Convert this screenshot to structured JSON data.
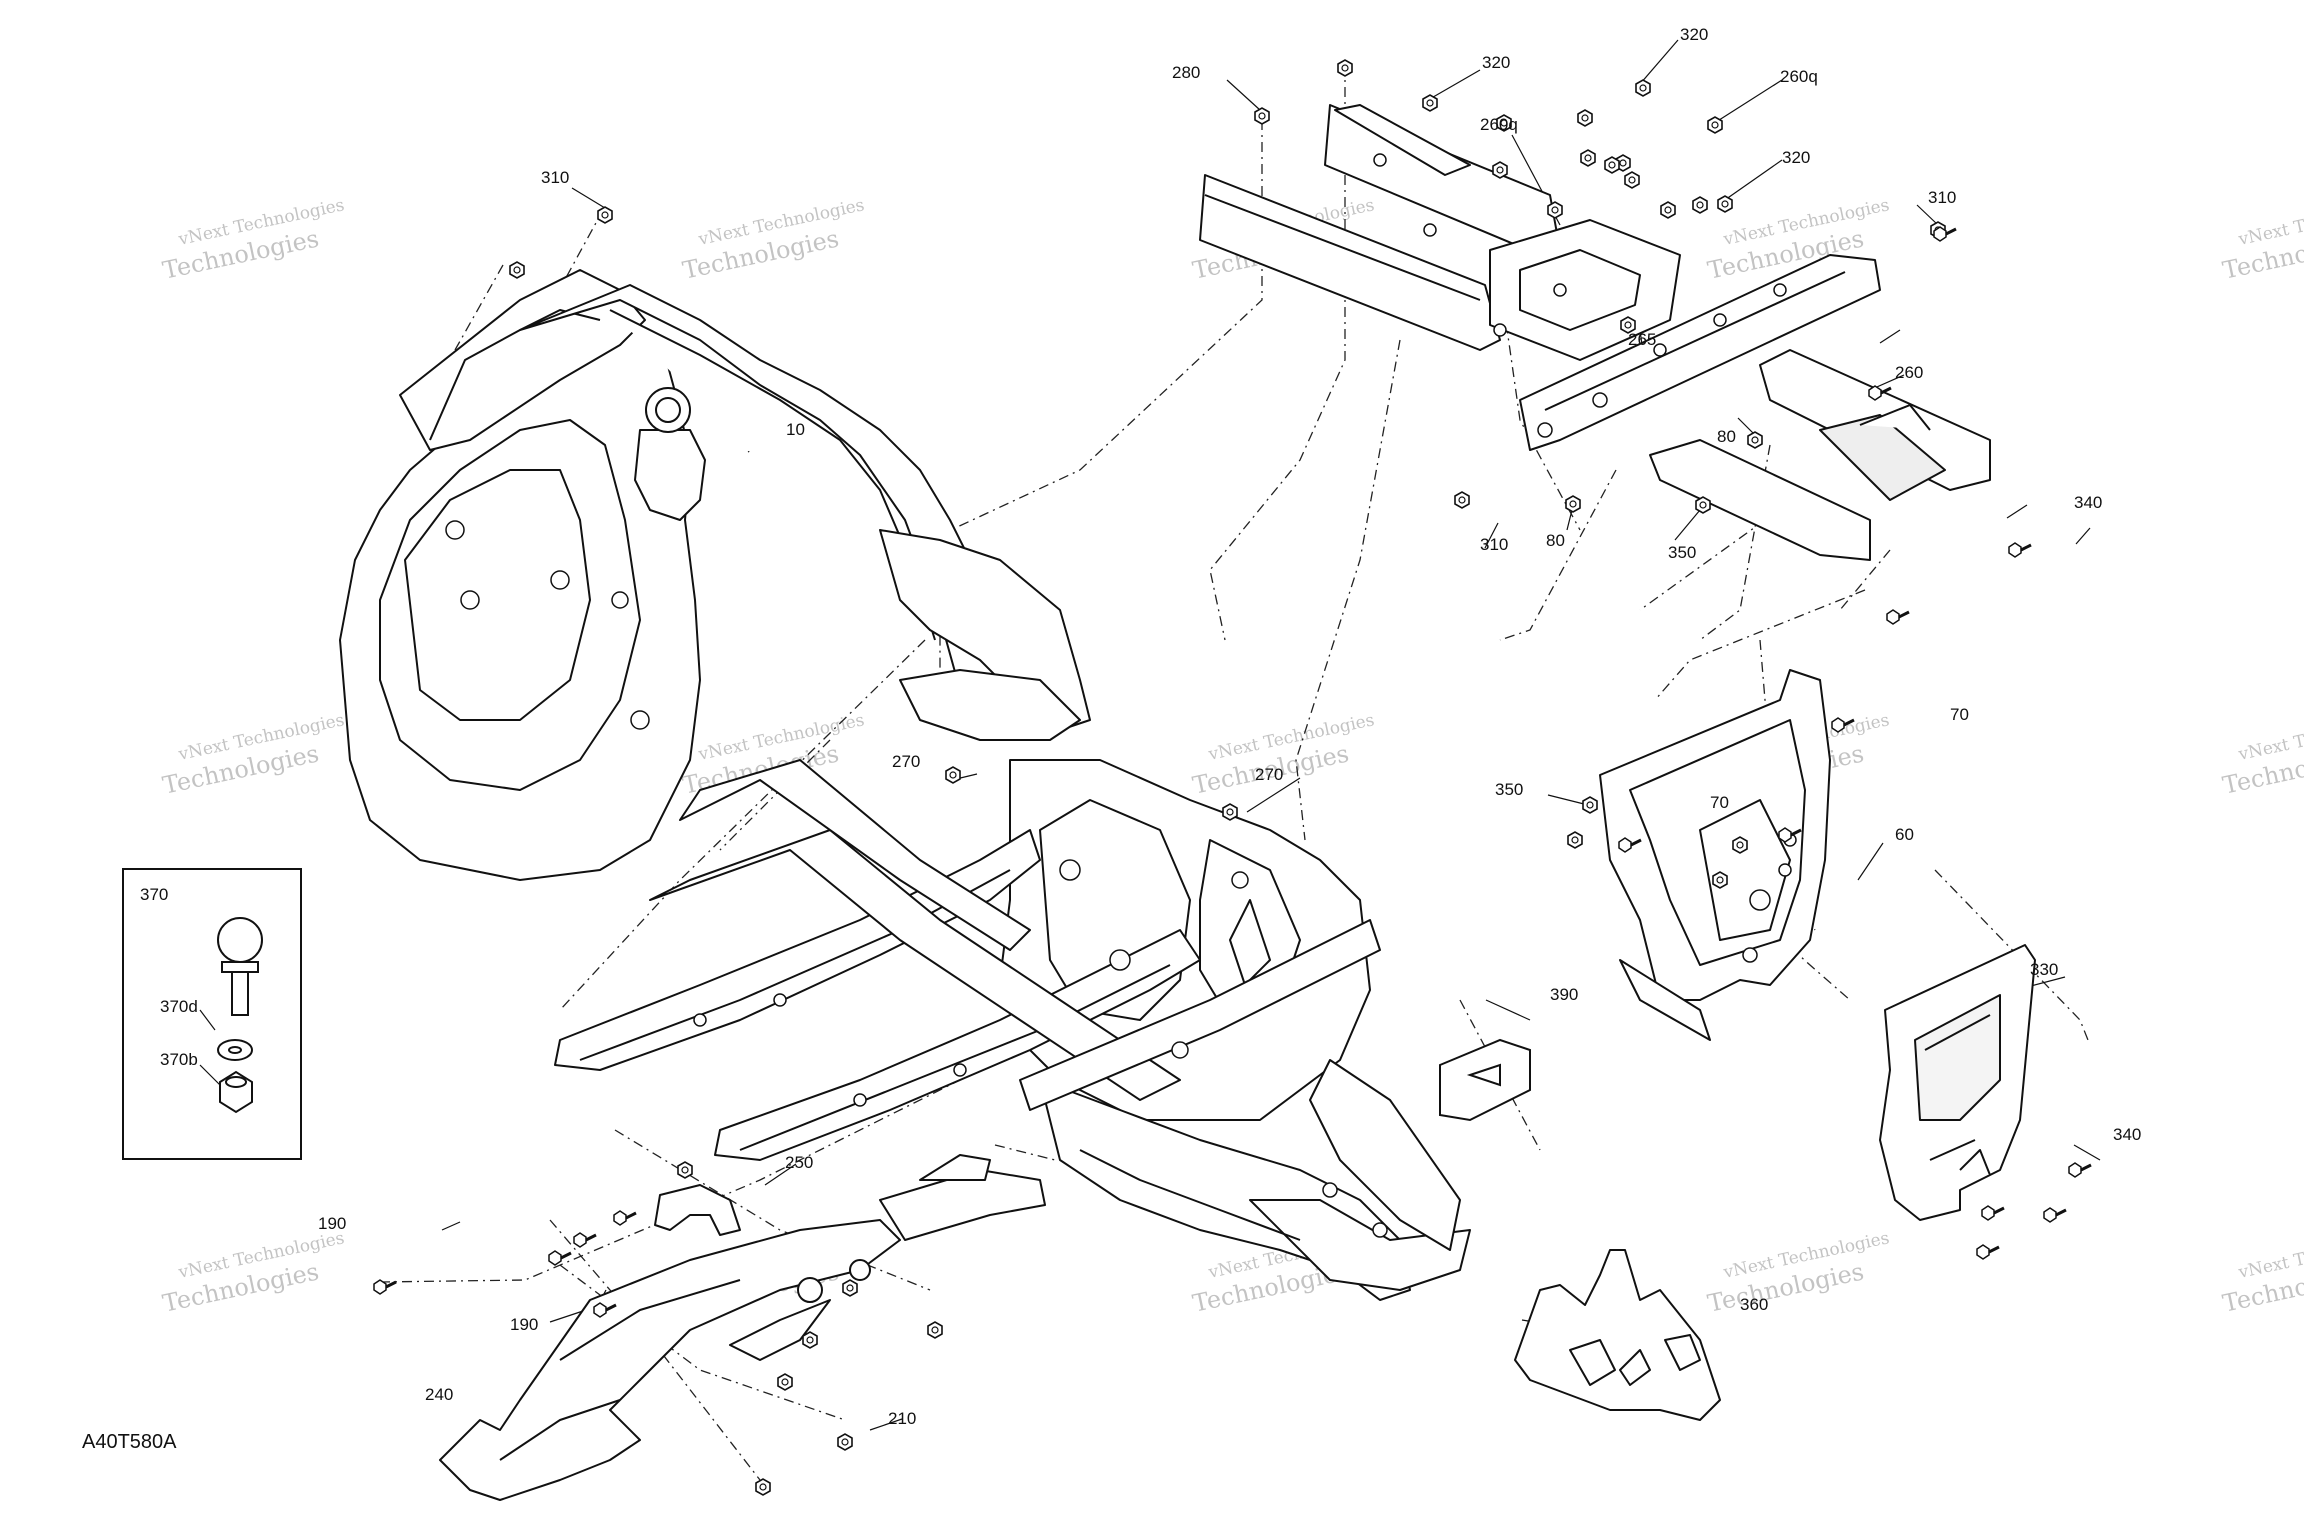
{
  "drawing_code": "A40T580A",
  "watermark": {
    "line1": "vNext Technologies",
    "line2": "Technologies"
  },
  "callouts": [
    {
      "id": "c10",
      "text": "10"
    },
    {
      "id": "c60",
      "text": "60"
    },
    {
      "id": "c70a",
      "text": "70"
    },
    {
      "id": "c70b",
      "text": "70"
    },
    {
      "id": "c80a",
      "text": "80"
    },
    {
      "id": "c80b",
      "text": "80"
    },
    {
      "id": "c190a",
      "text": "190"
    },
    {
      "id": "c190b",
      "text": "190"
    },
    {
      "id": "c210",
      "text": "210"
    },
    {
      "id": "c240",
      "text": "240"
    },
    {
      "id": "c250",
      "text": "250"
    },
    {
      "id": "c260",
      "text": "260"
    },
    {
      "id": "c260qa",
      "text": "260q"
    },
    {
      "id": "c260qb",
      "text": "260q"
    },
    {
      "id": "c265",
      "text": "265"
    },
    {
      "id": "c270a",
      "text": "270"
    },
    {
      "id": "c270b",
      "text": "270"
    },
    {
      "id": "c280",
      "text": "280"
    },
    {
      "id": "c310a",
      "text": "310"
    },
    {
      "id": "c310b",
      "text": "310"
    },
    {
      "id": "c310c",
      "text": "310"
    },
    {
      "id": "c320a",
      "text": "320"
    },
    {
      "id": "c320b",
      "text": "320"
    },
    {
      "id": "c320c",
      "text": "320"
    },
    {
      "id": "c330",
      "text": "330"
    },
    {
      "id": "c340a",
      "text": "340"
    },
    {
      "id": "c340b",
      "text": "340"
    },
    {
      "id": "c350a",
      "text": "350"
    },
    {
      "id": "c350b",
      "text": "350"
    },
    {
      "id": "c360",
      "text": "360"
    },
    {
      "id": "c390",
      "text": "390"
    }
  ],
  "inset": {
    "title": "370",
    "labels": [
      {
        "id": "i370d",
        "text": "370d"
      },
      {
        "id": "i370b",
        "text": "370b"
      }
    ]
  }
}
